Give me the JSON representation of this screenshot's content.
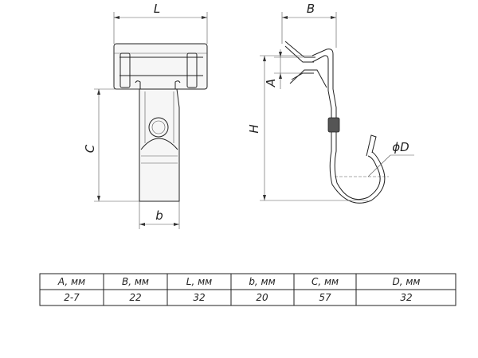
{
  "dimensions": {
    "L": "L",
    "B": "B",
    "A": "A",
    "H": "H",
    "C": "C",
    "b": "b",
    "D": "ϕD"
  },
  "table": {
    "headers": [
      "A, мм",
      "B, мм",
      "L, мм",
      "b, мм",
      "C, мм",
      "D, мм"
    ],
    "values": [
      "2-7",
      "22",
      "32",
      "20",
      "57",
      "32"
    ]
  }
}
